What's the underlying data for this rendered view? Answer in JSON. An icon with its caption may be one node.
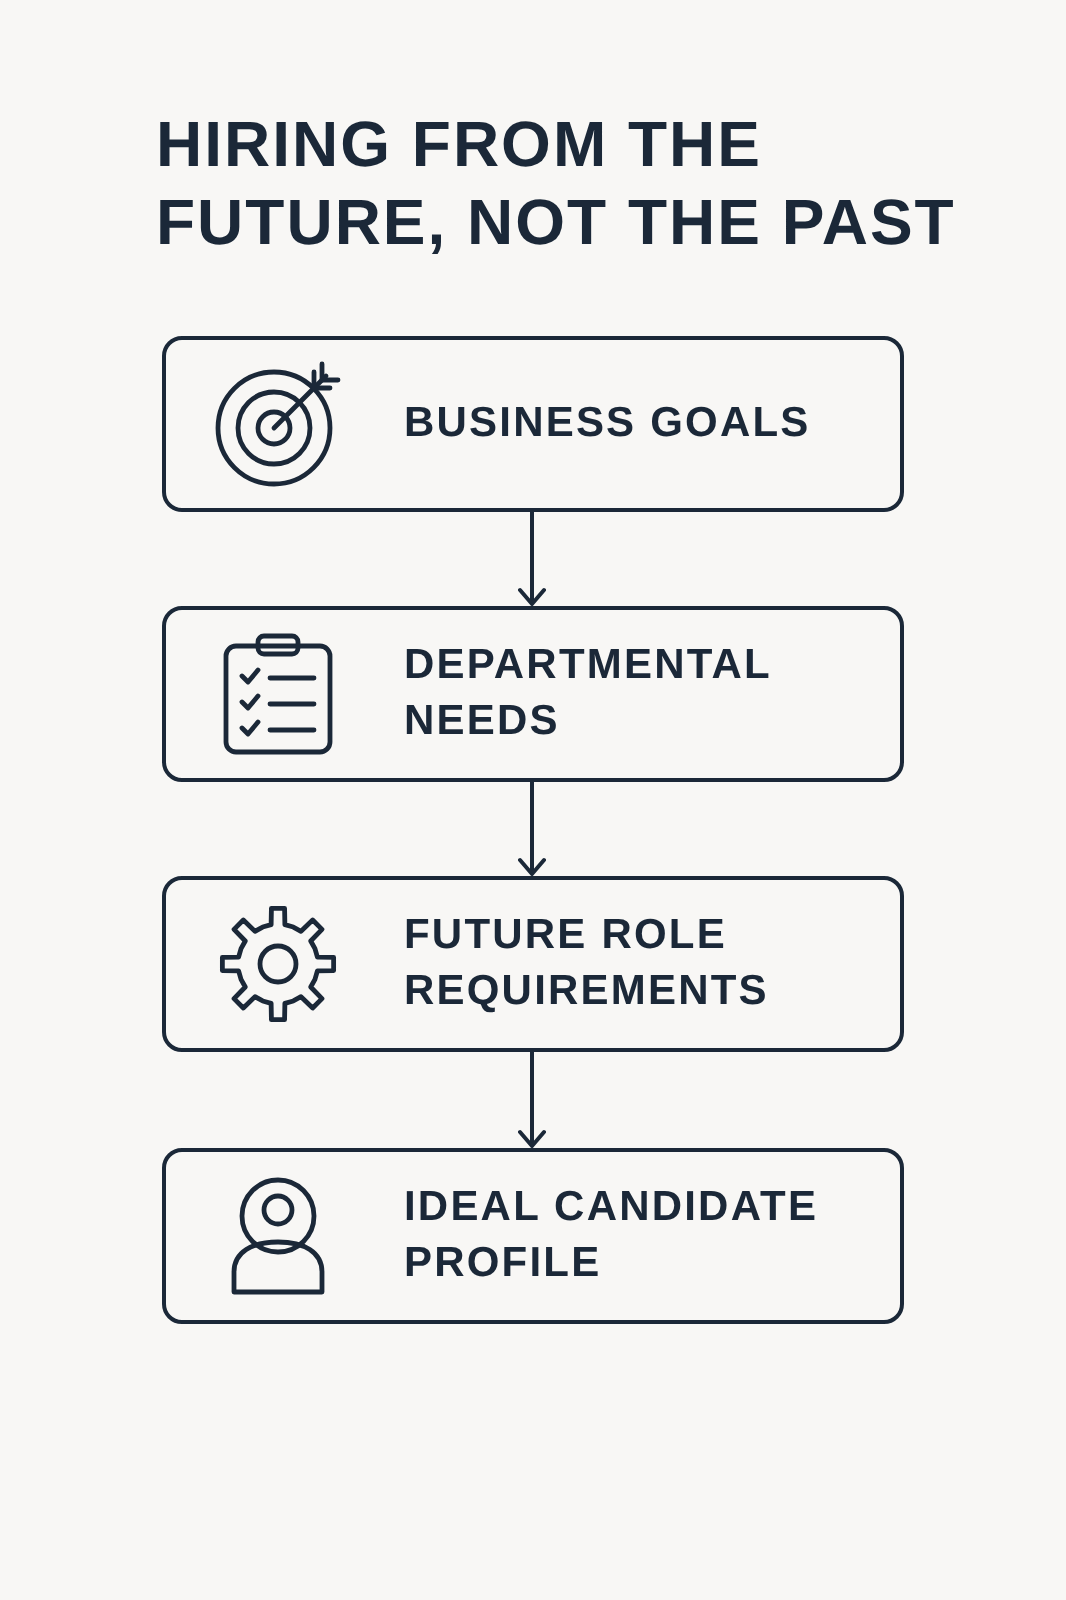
{
  "diagram": {
    "title": "HIRING FROM THE FUTURE, NOT THE PAST",
    "nodes": [
      {
        "text": [
          "BUSINESS GOALS"
        ]
      },
      {
        "text": [
          "DEPARTMENTAL NEEDS"
        ]
      },
      {
        "text": [
          "FUTURE ROLE REQUIREMENTS"
        ]
      },
      {
        "text": [
          "IDEAL CANDIDATE PROFILE"
        ]
      }
    ],
    "edges": [
      {
        "from": 0,
        "to": 1,
        "arrow": "to"
      },
      {
        "from": 1,
        "to": 2,
        "arrow": "to"
      },
      {
        "from": 2,
        "to": 3,
        "arrow": "to"
      }
    ]
  }
}
